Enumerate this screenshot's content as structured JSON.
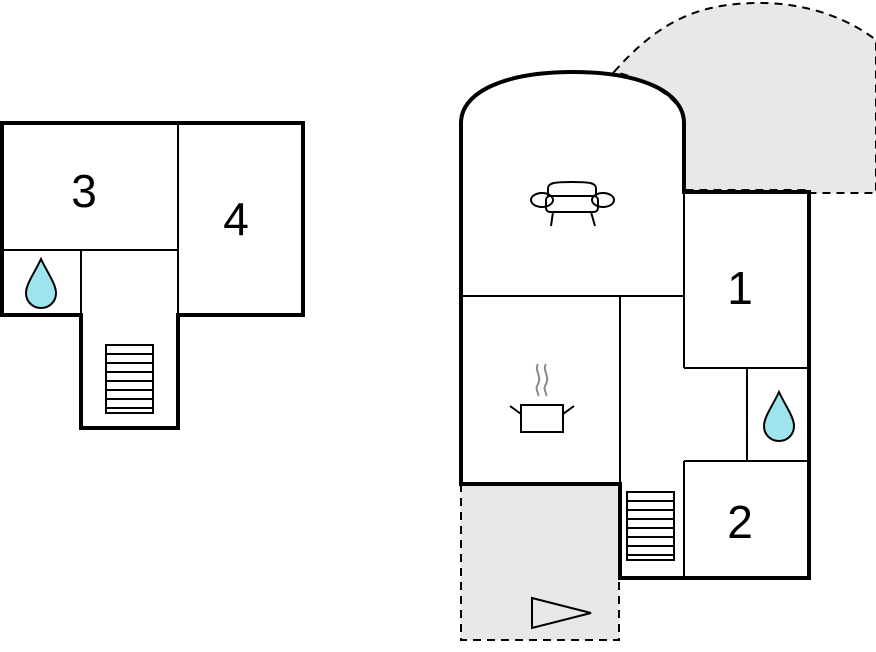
{
  "floorplan": {
    "colors": {
      "outdoor_fill": "#e8e8e8",
      "water_drop": "#9ee4ee",
      "wall": "#000000"
    },
    "upper_floor": {
      "rooms": [
        {
          "label": "3"
        },
        {
          "label": "4"
        }
      ],
      "icons": [
        "water-drop-icon",
        "stairs-icon"
      ]
    },
    "ground_floor": {
      "rooms": [
        {
          "label": "1"
        },
        {
          "label": "2"
        }
      ],
      "icons": [
        "sofa-icon",
        "cooking-pot-icon",
        "water-drop-icon",
        "stairs-icon",
        "entrance-arrow-icon"
      ],
      "outdoor_areas": [
        "terrace",
        "entrance-path"
      ]
    }
  }
}
